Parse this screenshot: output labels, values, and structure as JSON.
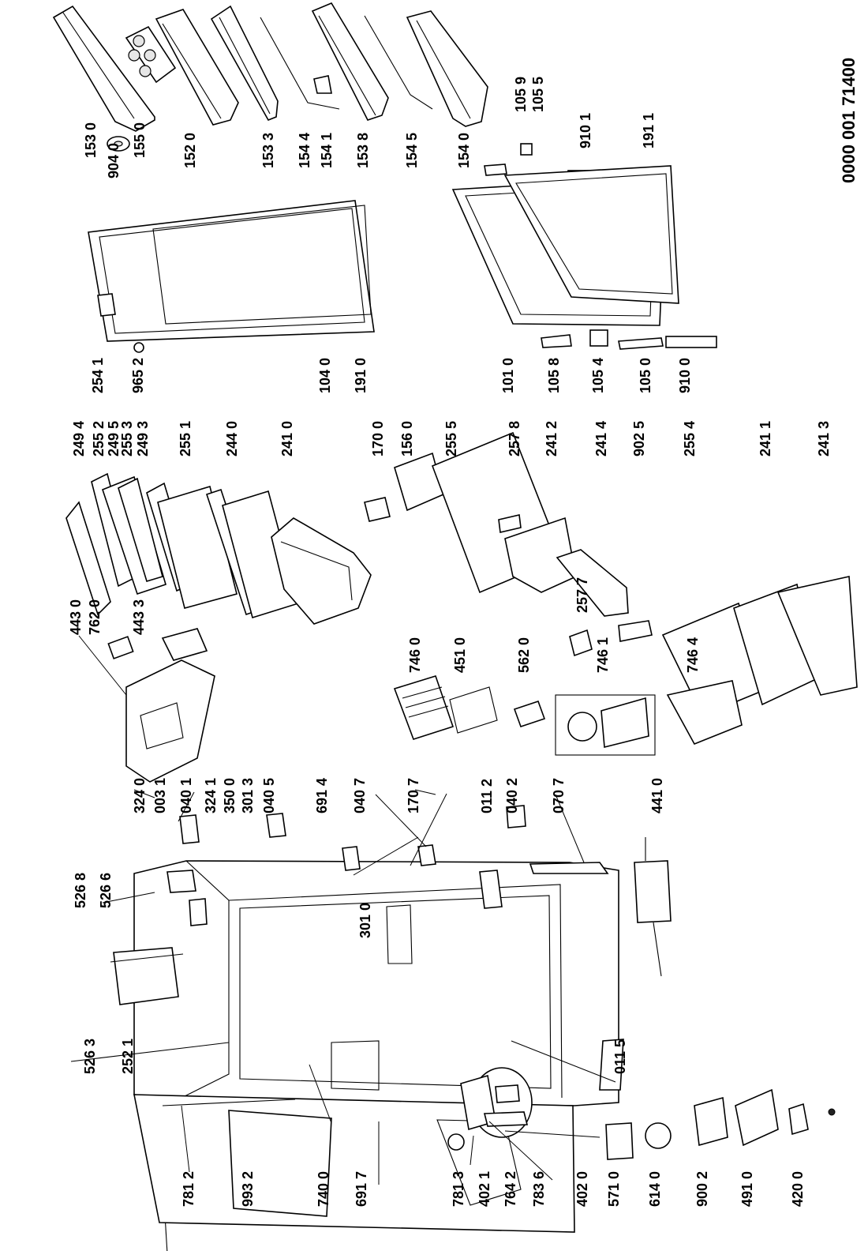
{
  "document_id": "0000 001 71400",
  "part_labels": [
    {
      "id": "p1530",
      "text": "153 0"
    },
    {
      "id": "p9040",
      "text": "904 0"
    },
    {
      "id": "p1550",
      "text": "155 0"
    },
    {
      "id": "p1520",
      "text": "152 0"
    },
    {
      "id": "p1533",
      "text": "153 3"
    },
    {
      "id": "p1544",
      "text": "154 4"
    },
    {
      "id": "p1541",
      "text": "154 1"
    },
    {
      "id": "p1538",
      "text": "153 8"
    },
    {
      "id": "p1545",
      "text": "154 5"
    },
    {
      "id": "p1540",
      "text": "154 0"
    },
    {
      "id": "p1059",
      "text": "105 9"
    },
    {
      "id": "p1055",
      "text": "105 5"
    },
    {
      "id": "p9101",
      "text": "910 1"
    },
    {
      "id": "p1911",
      "text": "191 1"
    },
    {
      "id": "p2541",
      "text": "254 1"
    },
    {
      "id": "p9652",
      "text": "965 2"
    },
    {
      "id": "p1040",
      "text": "104 0"
    },
    {
      "id": "p1910",
      "text": "191 0"
    },
    {
      "id": "p1010",
      "text": "101 0"
    },
    {
      "id": "p1058",
      "text": "105 8"
    },
    {
      "id": "p1054",
      "text": "105 4"
    },
    {
      "id": "p1050",
      "text": "105 0"
    },
    {
      "id": "p9100",
      "text": "910 0"
    },
    {
      "id": "p2494",
      "text": "249 4"
    },
    {
      "id": "p2552",
      "text": "255 2"
    },
    {
      "id": "p2495",
      "text": "249 5"
    },
    {
      "id": "p2553",
      "text": "255 3"
    },
    {
      "id": "p2493",
      "text": "249 3"
    },
    {
      "id": "p2551",
      "text": "255 1"
    },
    {
      "id": "p2440",
      "text": "244 0"
    },
    {
      "id": "p2410",
      "text": "241 0"
    },
    {
      "id": "p1700",
      "text": "170 0"
    },
    {
      "id": "p1560",
      "text": "156 0"
    },
    {
      "id": "p2555",
      "text": "255 5"
    },
    {
      "id": "p2578",
      "text": "257 8"
    },
    {
      "id": "p2412",
      "text": "241 2"
    },
    {
      "id": "p2414",
      "text": "241 4"
    },
    {
      "id": "p9025",
      "text": "902 5"
    },
    {
      "id": "p2554",
      "text": "255 4"
    },
    {
      "id": "p2411",
      "text": "241 1"
    },
    {
      "id": "p2413",
      "text": "241 3"
    },
    {
      "id": "p2577",
      "text": "257 7"
    },
    {
      "id": "p4430",
      "text": "443 0"
    },
    {
      "id": "p7620",
      "text": "762 0"
    },
    {
      "id": "p4433",
      "text": "443 3"
    },
    {
      "id": "p7460",
      "text": "746 0"
    },
    {
      "id": "p4510",
      "text": "451 0"
    },
    {
      "id": "p5620",
      "text": "562 0"
    },
    {
      "id": "p7461",
      "text": "746 1"
    },
    {
      "id": "p7464",
      "text": "746 4"
    },
    {
      "id": "p3240",
      "text": "324 0"
    },
    {
      "id": "p0031",
      "text": "003 1"
    },
    {
      "id": "p0401",
      "text": "040 1"
    },
    {
      "id": "p3241",
      "text": "324 1"
    },
    {
      "id": "p3500",
      "text": "350 0"
    },
    {
      "id": "p3013",
      "text": "301 3"
    },
    {
      "id": "p0405",
      "text": "040 5"
    },
    {
      "id": "p6914",
      "text": "691 4"
    },
    {
      "id": "p0407",
      "text": "040 7"
    },
    {
      "id": "p1707",
      "text": "170 7"
    },
    {
      "id": "p0112",
      "text": "011 2"
    },
    {
      "id": "p0402",
      "text": "040 2"
    },
    {
      "id": "p0707",
      "text": "070 7"
    },
    {
      "id": "p4410",
      "text": "441 0"
    },
    {
      "id": "p5268",
      "text": "526 8"
    },
    {
      "id": "p5266",
      "text": "526 6"
    },
    {
      "id": "p5263",
      "text": "526 3"
    },
    {
      "id": "p2521",
      "text": "252 1"
    },
    {
      "id": "p3010",
      "text": "301 0"
    },
    {
      "id": "p0115",
      "text": "011 5"
    },
    {
      "id": "p7812",
      "text": "781 2"
    },
    {
      "id": "p9932",
      "text": "993 2"
    },
    {
      "id": "p7400",
      "text": "740 0"
    },
    {
      "id": "p6917",
      "text": "691 7"
    },
    {
      "id": "p7813",
      "text": "781 3"
    },
    {
      "id": "p4021",
      "text": "402 1"
    },
    {
      "id": "p7642",
      "text": "764 2"
    },
    {
      "id": "p7836",
      "text": "783 6"
    },
    {
      "id": "p4020",
      "text": "402 0"
    },
    {
      "id": "p5710",
      "text": "571 0"
    },
    {
      "id": "p6140",
      "text": "614 0"
    },
    {
      "id": "p9002",
      "text": "900 2"
    },
    {
      "id": "p4910",
      "text": "491 0"
    },
    {
      "id": "p4200",
      "text": "420 0"
    }
  ]
}
